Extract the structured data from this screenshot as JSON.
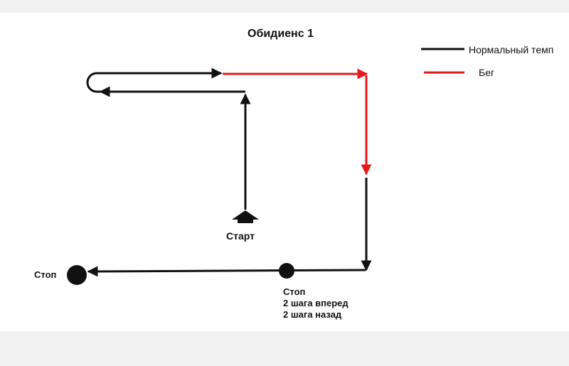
{
  "title": "Обидиенс 1",
  "legend": {
    "normal": {
      "label": "Нормальный темп",
      "color": "#111111"
    },
    "run": {
      "label": "Бег",
      "color": "#e31b1b"
    }
  },
  "labels": {
    "start": "Старт",
    "stop_final": "Стоп",
    "stop_mid": {
      "line1": "Стоп",
      "line2": "2 шага вперед",
      "line3": "2 шага назад"
    }
  },
  "colors": {
    "background": "#ffffff",
    "frame": "#f2f2f2",
    "line": "#111111",
    "run": "#e31b1b"
  },
  "icons": {
    "start": "up-arrow-icon",
    "stop": "filled-circle-icon"
  }
}
